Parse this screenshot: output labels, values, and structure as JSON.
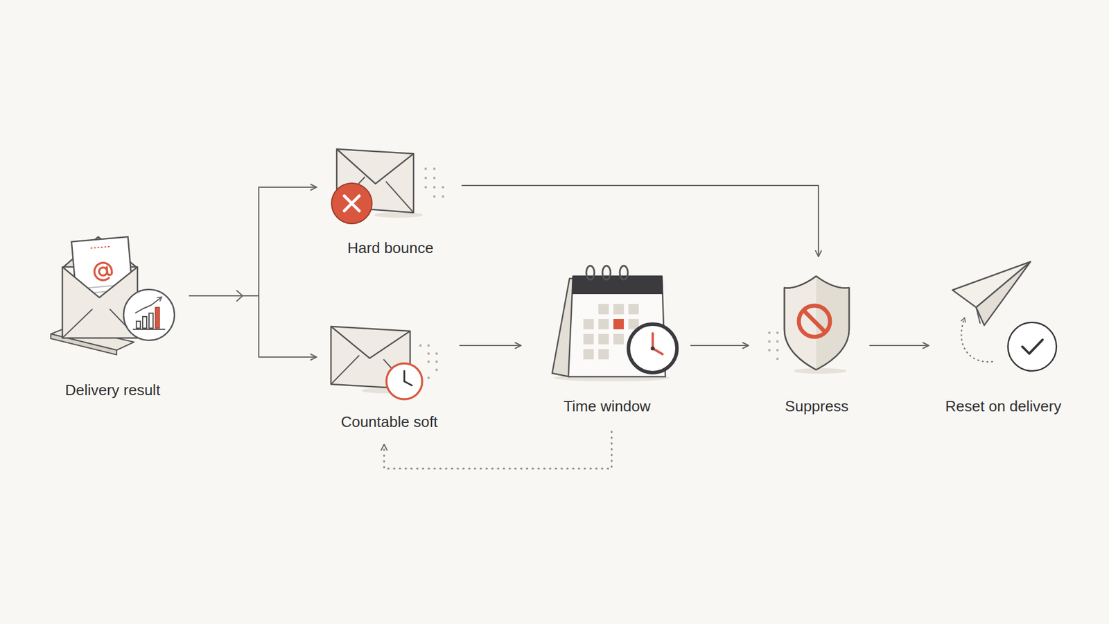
{
  "diagram": {
    "nodes": [
      {
        "text": [
          "Delivery result"
        ]
      },
      {
        "text": [
          "Hard bounce"
        ]
      },
      {
        "text": [
          "Countable soft"
        ]
      },
      {
        "text": [
          "Time window"
        ]
      },
      {
        "text": [
          "Suppress"
        ]
      },
      {
        "text": [
          "Reset on delivery"
        ]
      }
    ],
    "edges": [
      {
        "from": 0,
        "to": 1,
        "arrow": "to"
      },
      {
        "from": 0,
        "to": 2,
        "arrow": "to"
      },
      {
        "from": 1,
        "to": 4,
        "arrow": "to"
      },
      {
        "from": 2,
        "to": 3,
        "arrow": "to"
      },
      {
        "from": 3,
        "to": 2,
        "arrow": "to"
      },
      {
        "from": 3,
        "to": 4,
        "arrow": "to"
      },
      {
        "from": 4,
        "to": 5,
        "arrow": "to"
      }
    ]
  }
}
